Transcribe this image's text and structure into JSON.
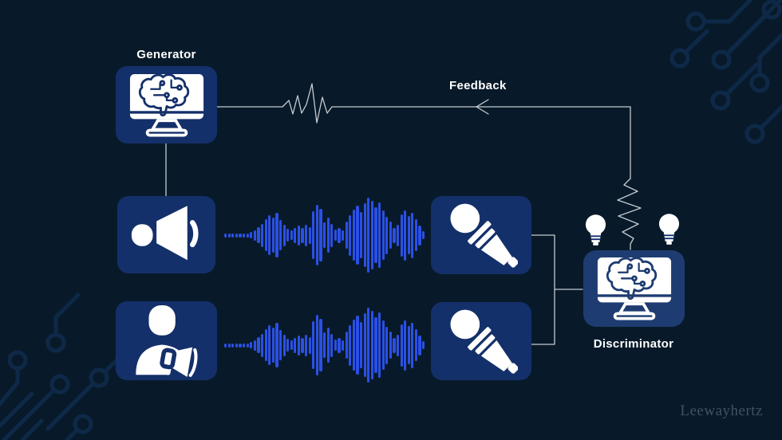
{
  "diagram": {
    "generator_label": "Generator",
    "discriminator_label": "Discriminator",
    "feedback_label": "Feedback",
    "watermark": "Leewayhertz"
  },
  "colors": {
    "background": "#081a29",
    "box": "#14306a",
    "box_discriminator": "#1e3c72",
    "icon": "#ffffff",
    "waveform": "#2b50e6",
    "connector": "#c5cad0",
    "circuit": "#102c4e",
    "label": "#ffffff",
    "watermark": "#3f5266"
  },
  "waveform": {
    "bar_heights": [
      5,
      5,
      5,
      5,
      5,
      5,
      5,
      8,
      13,
      20,
      29,
      40,
      50,
      44,
      56,
      38,
      27,
      16,
      12,
      19,
      25,
      19,
      27,
      21,
      60,
      76,
      66,
      32,
      44,
      29,
      14,
      19,
      13,
      34,
      51,
      64,
      74,
      58,
      80,
      94,
      86,
      70,
      82,
      62,
      47,
      34,
      19,
      27,
      53,
      63,
      48,
      57,
      40,
      25,
      10
    ],
    "instances": [
      "generated-speech-waveform",
      "real-speech-waveform"
    ]
  }
}
